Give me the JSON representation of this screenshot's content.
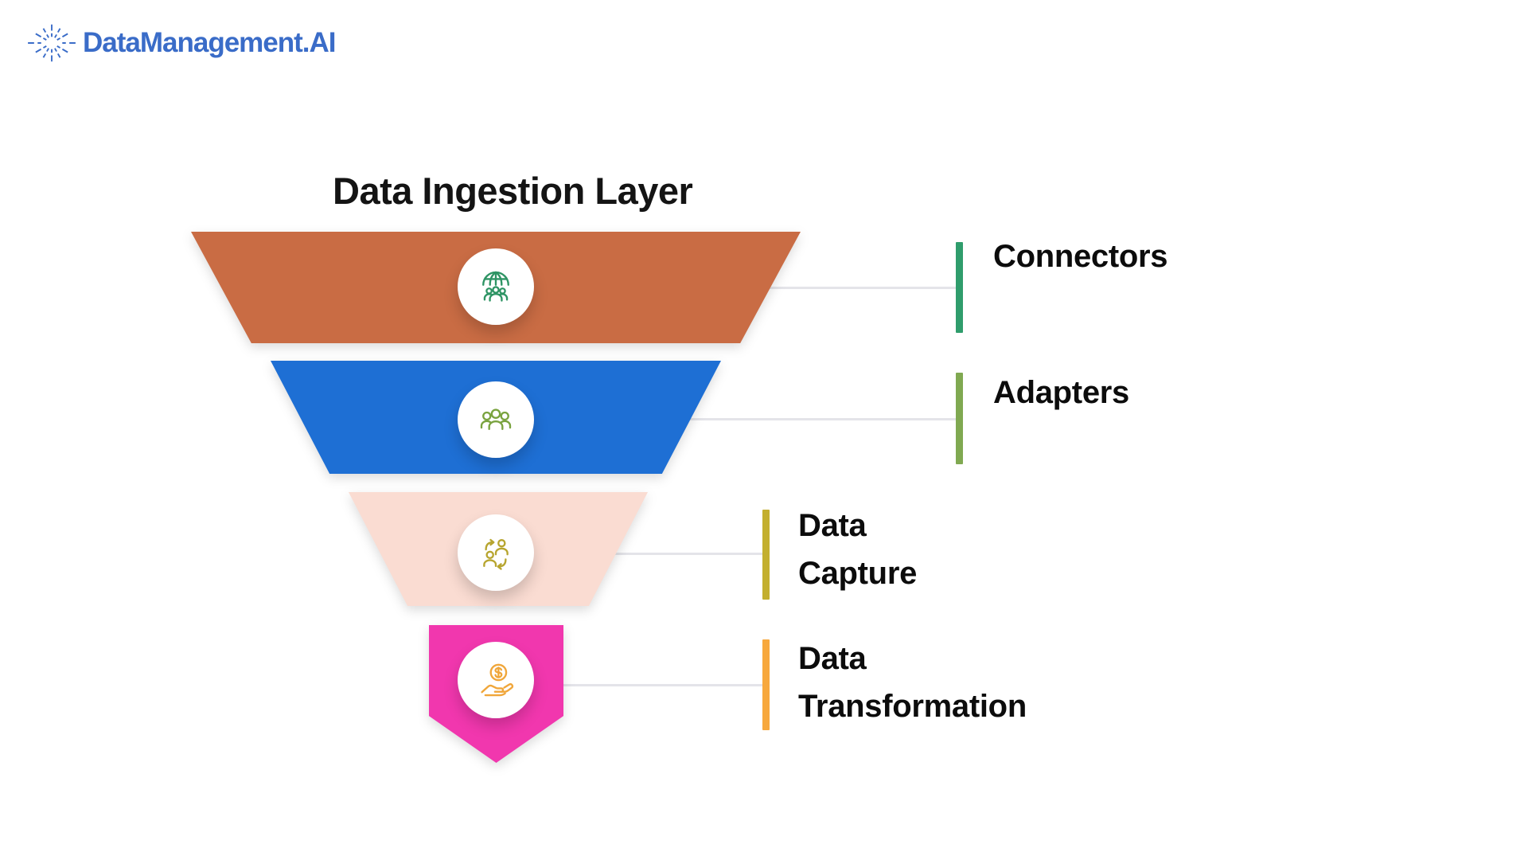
{
  "brand": {
    "name": "DataManagement.AI",
    "color": "#3a6cc8",
    "icon": "starburst-icon"
  },
  "diagram": {
    "title": "Data Ingestion Layer",
    "connector_line_color": "#e4e4e9",
    "levels": [
      {
        "label": "Connectors",
        "segment_color": "#c96c44",
        "bar_color": "#2f9d6c",
        "icon": "globe-team-icon",
        "icon_color": "#2e9464"
      },
      {
        "label": "Adapters",
        "segment_color": "#1e6fd4",
        "bar_color": "#80a951",
        "icon": "team-icon",
        "icon_color": "#7aa33f"
      },
      {
        "label": "Data\nCapture",
        "segment_color": "#fadcd2",
        "bar_color": "#c3af2f",
        "icon": "people-exchange-icon",
        "icon_color": "#b7a52f"
      },
      {
        "label": "Data\nTransformation",
        "segment_color": "#f137ae",
        "bar_color": "#f7a83d",
        "icon": "hand-coin-icon",
        "icon_color": "#f0a63a"
      }
    ]
  }
}
